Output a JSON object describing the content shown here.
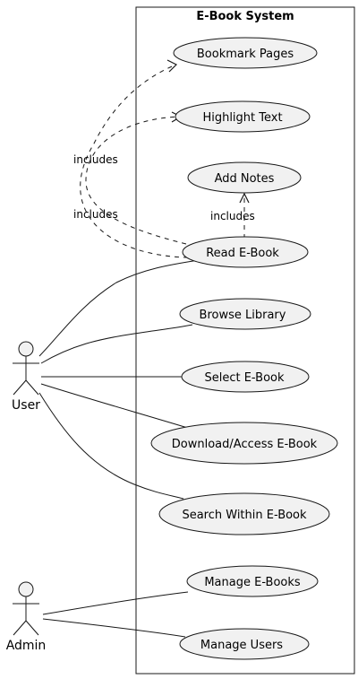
{
  "system": {
    "title": "E-Book System"
  },
  "actors": [
    {
      "id": "user",
      "label": "User"
    },
    {
      "id": "admin",
      "label": "Admin"
    }
  ],
  "use_cases": [
    {
      "id": "bookmark",
      "label": "Bookmark Pages"
    },
    {
      "id": "highlight",
      "label": "Highlight Text"
    },
    {
      "id": "notes",
      "label": "Add Notes"
    },
    {
      "id": "read",
      "label": "Read E-Book"
    },
    {
      "id": "browse",
      "label": "Browse Library"
    },
    {
      "id": "select",
      "label": "Select E-Book"
    },
    {
      "id": "download",
      "label": "Download/Access E-Book"
    },
    {
      "id": "search",
      "label": "Search Within E-Book"
    },
    {
      "id": "manage_books",
      "label": "Manage E-Books"
    },
    {
      "id": "manage_users",
      "label": "Manage Users"
    }
  ],
  "associations": [
    {
      "actor": "user",
      "use_case": "read"
    },
    {
      "actor": "user",
      "use_case": "browse"
    },
    {
      "actor": "user",
      "use_case": "select"
    },
    {
      "actor": "user",
      "use_case": "download"
    },
    {
      "actor": "user",
      "use_case": "search"
    },
    {
      "actor": "admin",
      "use_case": "manage_books"
    },
    {
      "actor": "admin",
      "use_case": "manage_users"
    }
  ],
  "includes": [
    {
      "from": "read",
      "to": "bookmark",
      "label": "includes"
    },
    {
      "from": "read",
      "to": "highlight",
      "label": "includes"
    },
    {
      "from": "read",
      "to": "notes",
      "label": "includes"
    }
  ],
  "colors": {
    "use_case_fill": "#f1f1f1",
    "stroke": "#181818",
    "background": "#ffffff"
  }
}
